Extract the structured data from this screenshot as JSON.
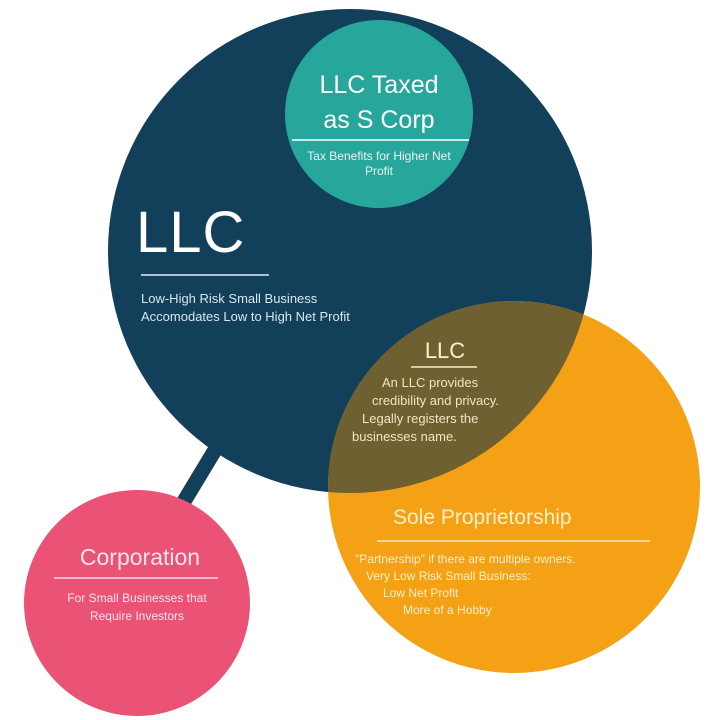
{
  "colors": {
    "llc_main": "#123f5a",
    "s_corp": "#27a69c",
    "sole_prop": "#f5a116",
    "overlap": "#6f6031",
    "corporation": "#ea5276",
    "background": "#ffffff",
    "text_light": "#ffffff",
    "text_cream": "#fdf0c9"
  },
  "circles": {
    "llc": {
      "title": "LLC",
      "lines": [
        "Low-High Risk Small Business",
        "Accomodates Low to High Net Profit"
      ]
    },
    "s_corp": {
      "title_line1": "LLC Taxed",
      "title_line2": "as S Corp",
      "lines": [
        "Tax Benefits for Higher Net",
        "Profit"
      ]
    },
    "overlap": {
      "title": "LLC",
      "lines": [
        "An LLC provides",
        "credibility and privacy.",
        "Legally registers the",
        "businesses name."
      ]
    },
    "sole_prop": {
      "title": "Sole Proprietorship",
      "lines": [
        "\"Partnership\" if there are multiple owners.",
        "Very Low Risk Small Business:",
        "Low Net Profit",
        "More of a Hobby"
      ]
    },
    "corporation": {
      "title": "Corporation",
      "lines": [
        "For Small Businesses that",
        "Require Investors"
      ]
    }
  }
}
